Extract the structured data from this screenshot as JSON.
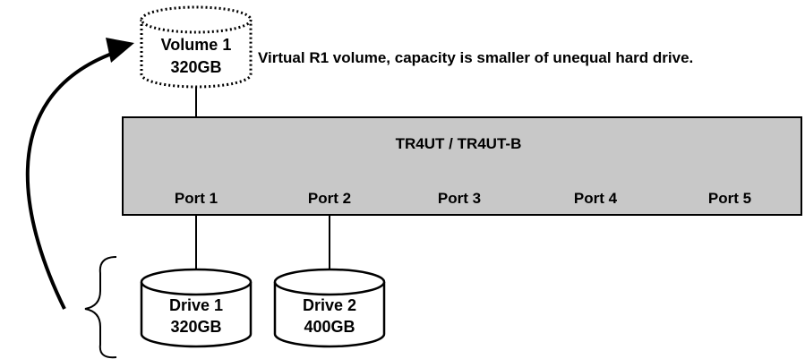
{
  "volume": {
    "name": "Volume 1",
    "capacity": "320GB"
  },
  "volume_note": "Virtual R1 volume, capacity is smaller of unequal hard drive.",
  "enclosure": {
    "title": "TR4UT / TR4UT-B",
    "ports": [
      "Port 1",
      "Port 2",
      "Port 3",
      "Port 4",
      "Port 5"
    ]
  },
  "drives": [
    {
      "name": "Drive 1",
      "capacity": "320GB"
    },
    {
      "name": "Drive 2",
      "capacity": "400GB"
    }
  ],
  "colors": {
    "enclosure_fill": "#c8c8c8",
    "stroke": "#000000",
    "background": "#ffffff"
  }
}
